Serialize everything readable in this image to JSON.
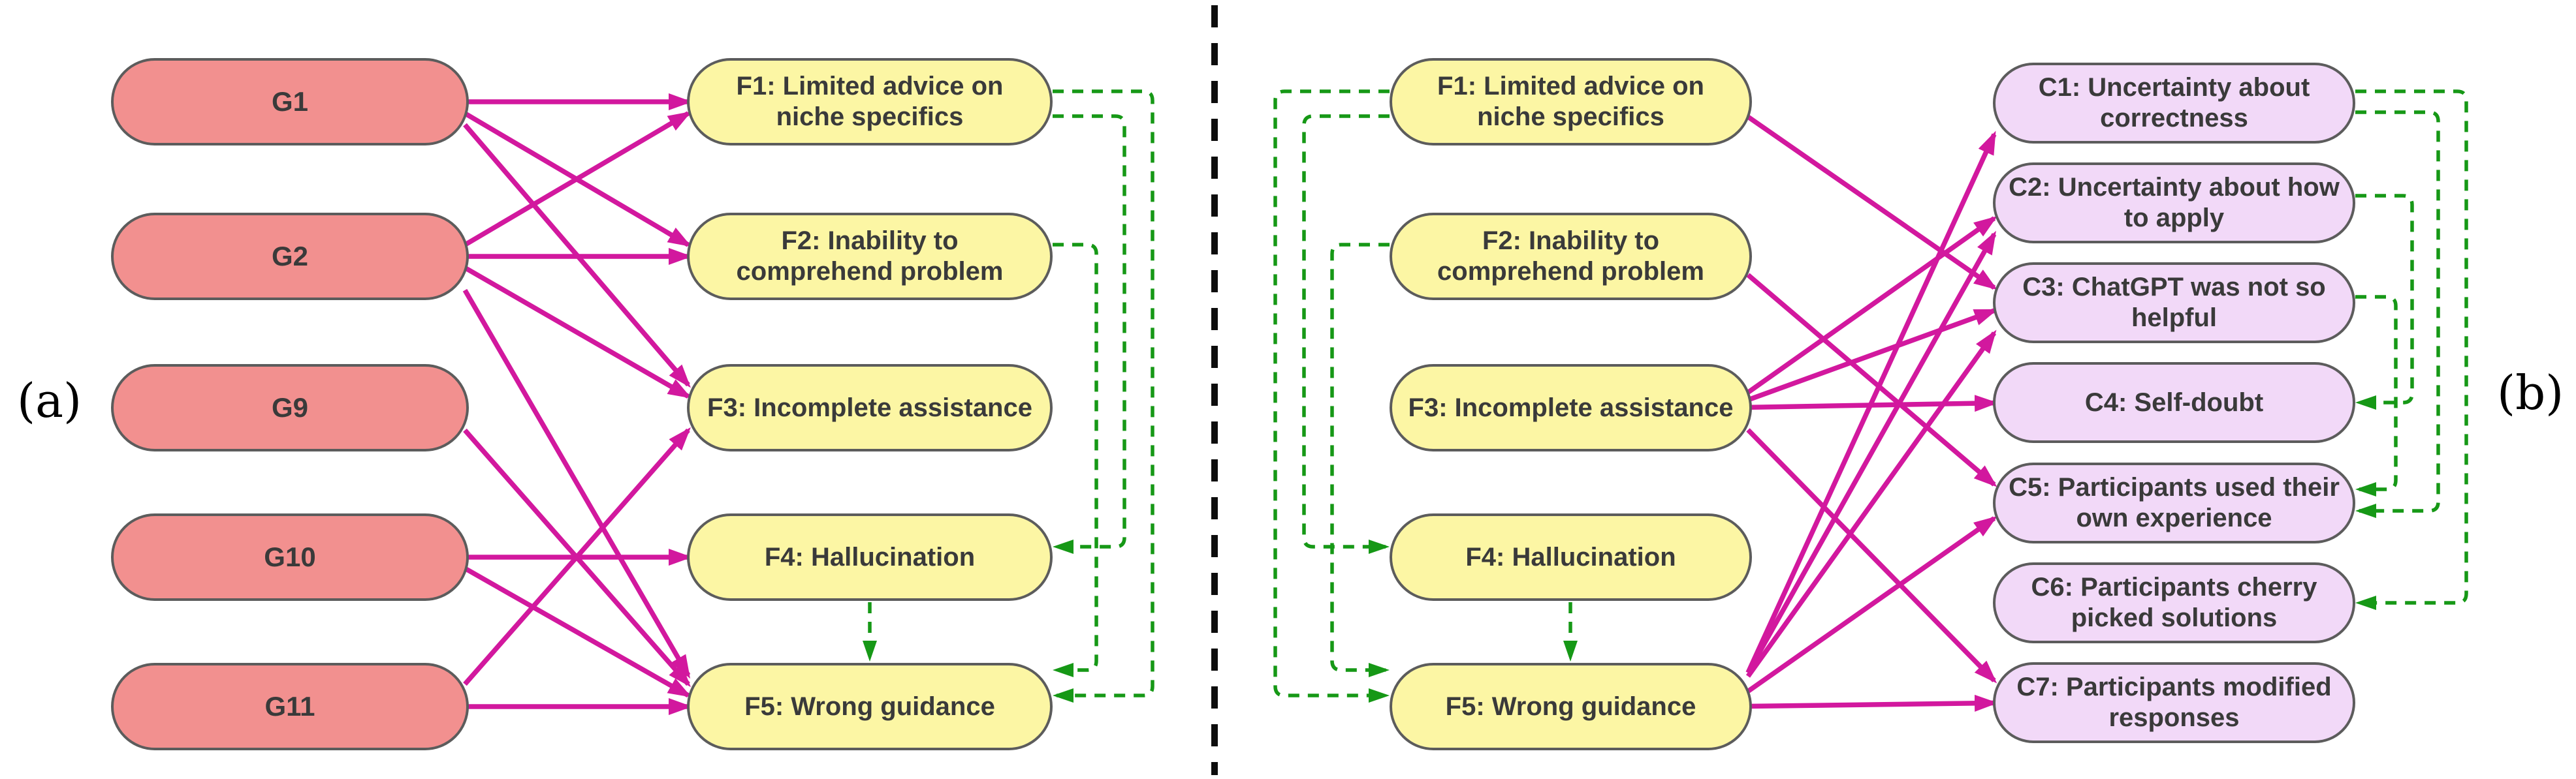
{
  "title": "Causal diagram: ChatGPT failures and consequences",
  "colors": {
    "goal_fill": "#f2908f",
    "failure_fill": "#fcf6a4",
    "consequence_fill": "#f2d9f8",
    "node_border": "#5c5c5c",
    "node_text": "#3a3a3a",
    "cause_arrow": "#d2189e",
    "feedback_arrow": "#169816",
    "divider": "#0d0d0d"
  },
  "panel_a": {
    "label": "(a)",
    "goals": [
      {
        "id": "G1",
        "label": "G1"
      },
      {
        "id": "G2",
        "label": "G2"
      },
      {
        "id": "G9",
        "label": "G9"
      },
      {
        "id": "G10",
        "label": "G10"
      },
      {
        "id": "G11",
        "label": "G11"
      }
    ],
    "failures": [
      {
        "id": "F1",
        "label": "F1: Limited advice on niche specifics"
      },
      {
        "id": "F2",
        "label": "F2: Inability to comprehend problem"
      },
      {
        "id": "F3",
        "label": "F3: Incomplete assistance"
      },
      {
        "id": "F4",
        "label": "F4: Hallucination"
      },
      {
        "id": "F5",
        "label": "F5: Wrong guidance"
      }
    ],
    "cause_edges": [
      [
        "G1",
        "F1"
      ],
      [
        "G1",
        "F2"
      ],
      [
        "G1",
        "F3"
      ],
      [
        "G2",
        "F1"
      ],
      [
        "G2",
        "F2"
      ],
      [
        "G2",
        "F3"
      ],
      [
        "G2",
        "F5"
      ],
      [
        "G9",
        "F5"
      ],
      [
        "G10",
        "F4"
      ],
      [
        "G10",
        "F5"
      ],
      [
        "G11",
        "F3"
      ],
      [
        "G11",
        "F5"
      ]
    ],
    "feedback_edges": [
      [
        "F1",
        "F4"
      ],
      [
        "F1",
        "F5"
      ],
      [
        "F2",
        "F5"
      ],
      [
        "F4",
        "F5"
      ]
    ]
  },
  "panel_b": {
    "label": "(b)",
    "failures": [
      {
        "id": "F1",
        "label": "F1: Limited advice on niche specifics"
      },
      {
        "id": "F2",
        "label": "F2: Inability to comprehend problem"
      },
      {
        "id": "F3",
        "label": "F3: Incomplete assistance"
      },
      {
        "id": "F4",
        "label": "F4: Hallucination"
      },
      {
        "id": "F5",
        "label": "F5: Wrong guidance"
      }
    ],
    "consequences": [
      {
        "id": "C1",
        "label": "C1: Uncertainty about correctness"
      },
      {
        "id": "C2",
        "label": "C2: Uncertainty about how to apply"
      },
      {
        "id": "C3",
        "label": "C3: ChatGPT was not so helpful"
      },
      {
        "id": "C4",
        "label": "C4: Self-doubt"
      },
      {
        "id": "C5",
        "label": "C5: Participants used their own experience"
      },
      {
        "id": "C6",
        "label": "C6: Participants cherry picked solutions"
      },
      {
        "id": "C7",
        "label": "C7: Participants modified responses"
      }
    ],
    "cause_edges": [
      [
        "F1",
        "C3"
      ],
      [
        "F2",
        "C5"
      ],
      [
        "F3",
        "C2"
      ],
      [
        "F3",
        "C3"
      ],
      [
        "F3",
        "C4"
      ],
      [
        "F3",
        "C7"
      ],
      [
        "F5",
        "C1"
      ],
      [
        "F5",
        "C2"
      ],
      [
        "F5",
        "C3"
      ],
      [
        "F5",
        "C5"
      ],
      [
        "F5",
        "C7"
      ]
    ],
    "feedback_edges": [
      [
        "F1",
        "F4"
      ],
      [
        "F1",
        "F5"
      ],
      [
        "F2",
        "F5"
      ],
      [
        "F4",
        "F5"
      ],
      [
        "C1",
        "C5"
      ],
      [
        "C1",
        "C6"
      ],
      [
        "C2",
        "C4"
      ],
      [
        "C3",
        "C5"
      ]
    ]
  }
}
